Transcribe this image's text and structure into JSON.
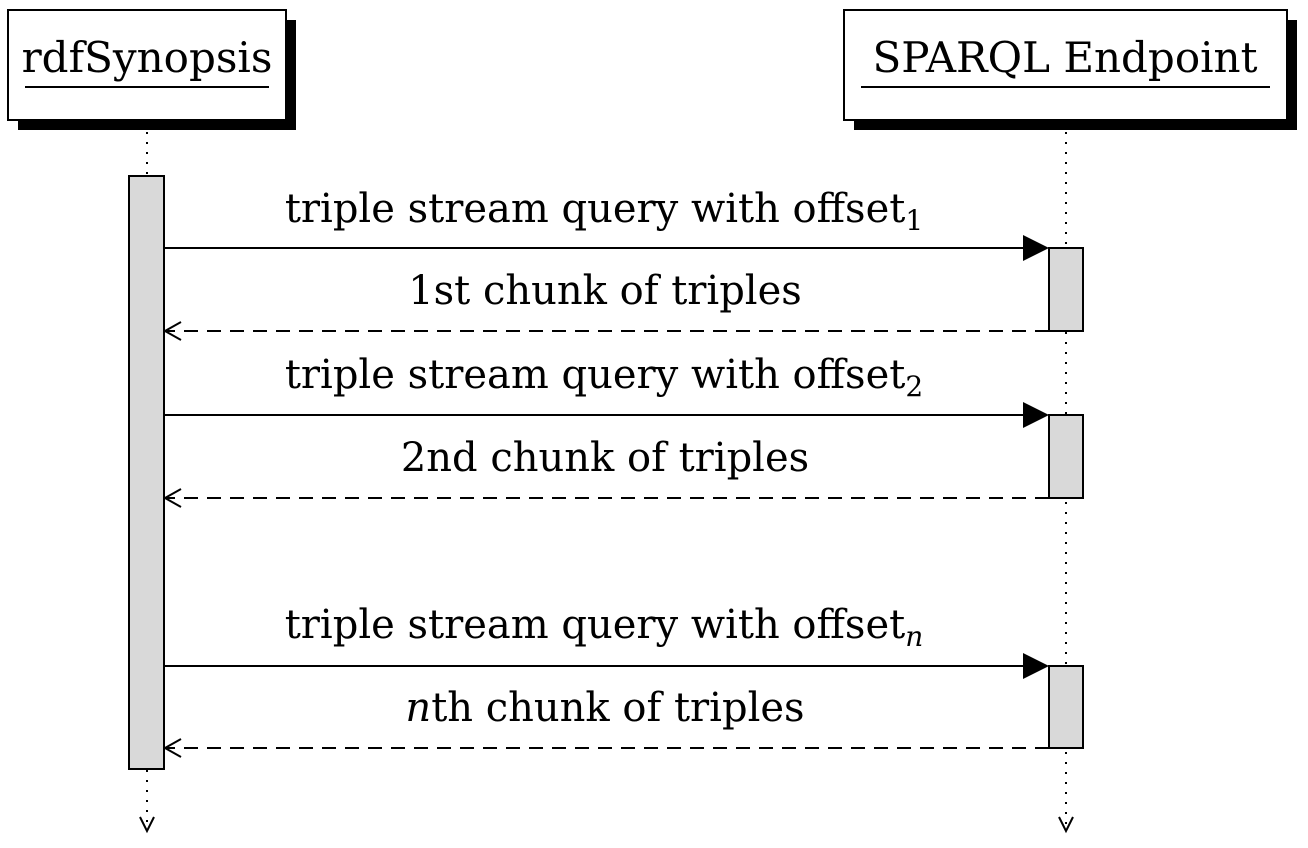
{
  "actors": {
    "left": {
      "label": "rdfSynopsis"
    },
    "right": {
      "label": "SPARQL Endpoint"
    }
  },
  "messages": [
    {
      "text": "triple stream query with offset",
      "subscript": "1"
    },
    {
      "text": "1st chunk of triples"
    },
    {
      "text": "triple stream query with offset",
      "subscript": "2"
    },
    {
      "text": "2nd chunk of triples"
    },
    {
      "text": "triple stream query with offset",
      "subscript": "n"
    },
    {
      "prefix": "n",
      "text": "th chunk of triples"
    }
  ],
  "colors": {
    "activation_fill": "#d9d9d9",
    "stroke": "#000000",
    "background": "#ffffff"
  }
}
